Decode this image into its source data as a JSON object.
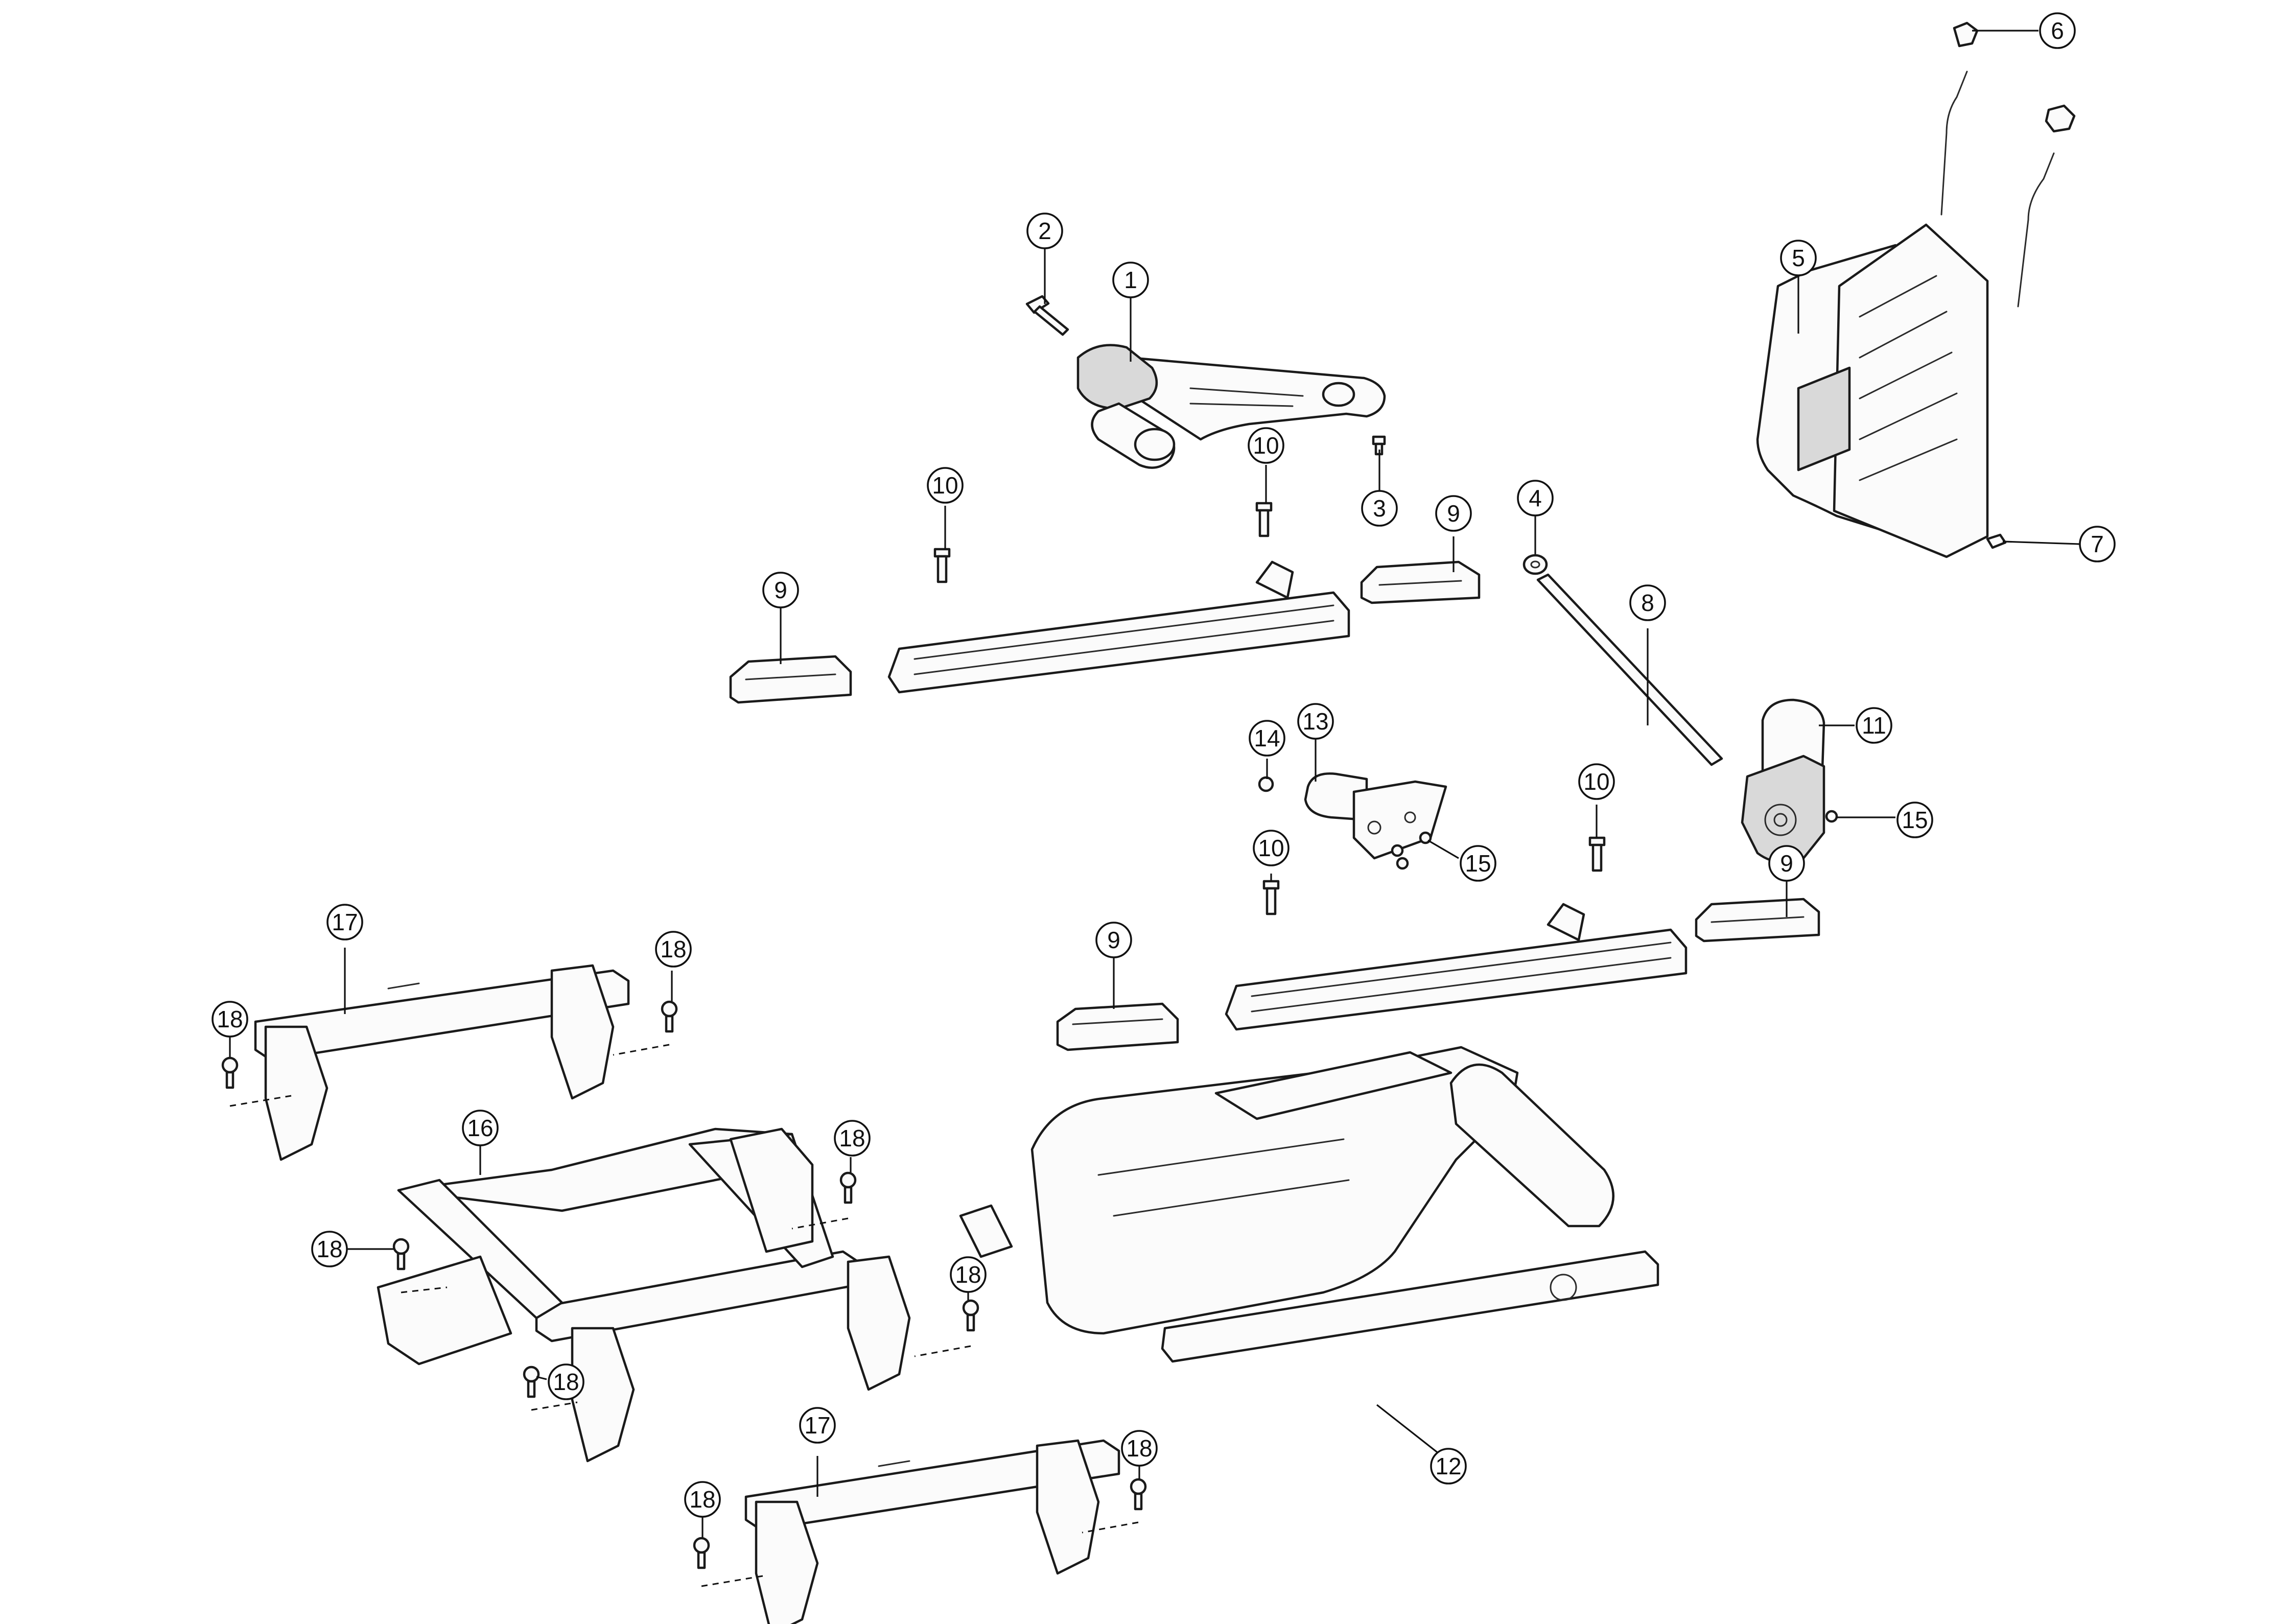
{
  "diagram": {
    "callouts": [
      {
        "id": "c1",
        "label": "1"
      },
      {
        "id": "c2",
        "label": "2"
      },
      {
        "id": "c3",
        "label": "3"
      },
      {
        "id": "c4",
        "label": "4"
      },
      {
        "id": "c5",
        "label": "5"
      },
      {
        "id": "c6",
        "label": "6"
      },
      {
        "id": "c7",
        "label": "7"
      },
      {
        "id": "c8",
        "label": "8"
      },
      {
        "id": "c9a",
        "label": "9"
      },
      {
        "id": "c9b",
        "label": "9"
      },
      {
        "id": "c9c",
        "label": "9"
      },
      {
        "id": "c9d",
        "label": "9"
      },
      {
        "id": "c10a",
        "label": "10"
      },
      {
        "id": "c10b",
        "label": "10"
      },
      {
        "id": "c10c",
        "label": "10"
      },
      {
        "id": "c10d",
        "label": "10"
      },
      {
        "id": "c11",
        "label": "11"
      },
      {
        "id": "c12",
        "label": "12"
      },
      {
        "id": "c13",
        "label": "13"
      },
      {
        "id": "c14",
        "label": "14"
      },
      {
        "id": "c15a",
        "label": "15"
      },
      {
        "id": "c15b",
        "label": "15"
      },
      {
        "id": "c16",
        "label": "16"
      },
      {
        "id": "c17a",
        "label": "17"
      },
      {
        "id": "c17b",
        "label": "17"
      },
      {
        "id": "c18a",
        "label": "18"
      },
      {
        "id": "c18b",
        "label": "18"
      },
      {
        "id": "c18c",
        "label": "18"
      },
      {
        "id": "c18d",
        "label": "18"
      },
      {
        "id": "c18e",
        "label": "18"
      },
      {
        "id": "c18f",
        "label": "18"
      },
      {
        "id": "c18g",
        "label": "18"
      },
      {
        "id": "c18h",
        "label": "18"
      }
    ]
  }
}
